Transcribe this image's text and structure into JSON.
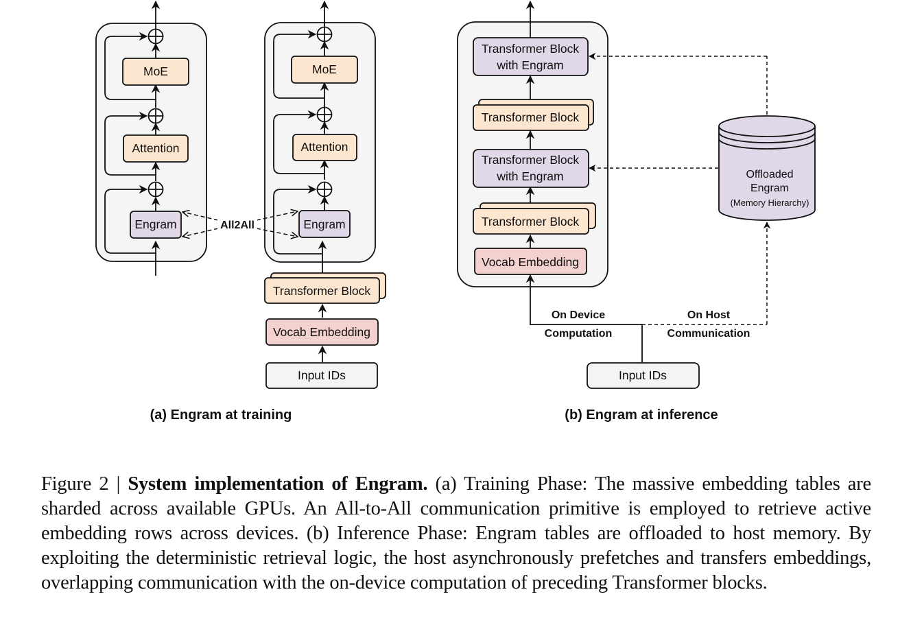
{
  "figure": {
    "panel_a": {
      "label": "(a) Engram at training",
      "blocks": {
        "moe": "MoE",
        "attention": "Attention",
        "engram": "Engram"
      },
      "all2all_label": "All2All",
      "transformer_block": "Transformer Block",
      "vocab_embedding": "Vocab Embedding",
      "input_ids": "Input IDs"
    },
    "panel_b": {
      "label": "(b) Engram at inference",
      "tb_engram_line1": "Transformer Block",
      "tb_engram_line2": "with Engram",
      "transformer_block": "Transformer Block",
      "vocab_embedding": "Vocab Embedding",
      "input_ids": "Input IDs",
      "storage_line1": "Offloaded",
      "storage_line2": "Engram",
      "storage_line3": "(Memory Hierarchy)",
      "on_device_line1": "On Device",
      "on_device_line2": "Computation",
      "on_host_line1": "On Host",
      "on_host_line2": "Communication"
    },
    "colors": {
      "container_fill": "#f5f5f5",
      "block_orange": "#fce6cf",
      "block_purple": "#e0d8e8",
      "block_pink": "#f3d1cf",
      "block_gray": "#f4f4f4",
      "stroke": "#111111"
    }
  },
  "caption": {
    "figure_label": "Figure 2 | ",
    "title": "System implementation of Engram.",
    "body": " (a) Training Phase: The massive embedding tables are sharded across available GPUs. An All-to-All communication primitive is employed to retrieve active embedding rows across devices. (b) Inference Phase: Engram tables are offloaded to host memory. By exploiting the deterministic retrieval logic, the host asynchronously prefetches and transfers embeddings, overlapping communication with the on-device computation of preceding Transformer blocks."
  }
}
